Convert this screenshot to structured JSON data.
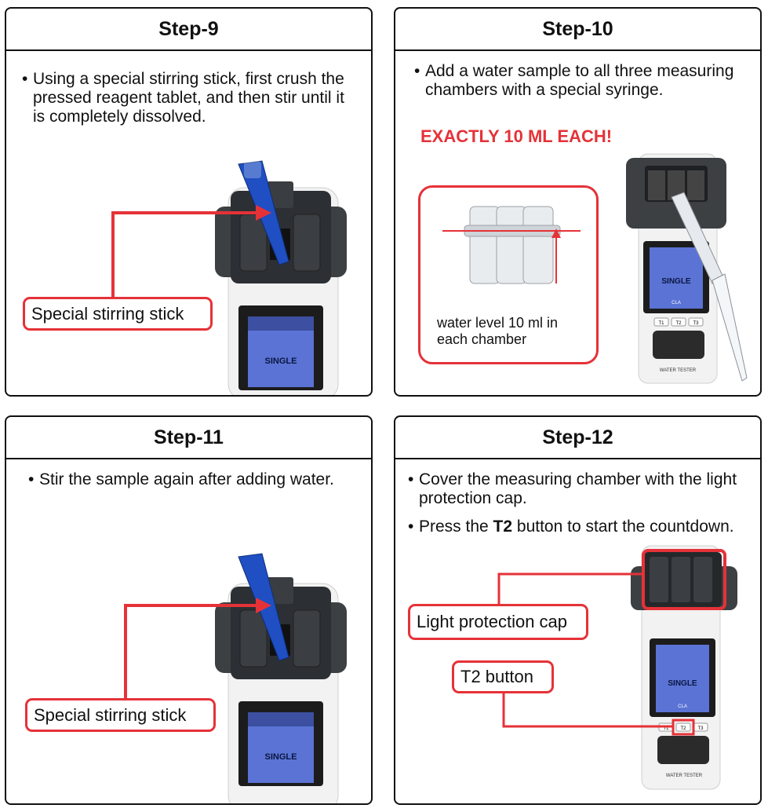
{
  "step9": {
    "title": "Step-9",
    "bullets": [
      "Using a special stirring stick, first crush the pressed reagent tablet, and then stir until it is completely dissolved."
    ],
    "callout": "Special stirring stick",
    "display": "SINGLE"
  },
  "step10": {
    "title": "Step-10",
    "bullets": [
      "Add a water sample to all three measuring chambers with a special syringe."
    ],
    "warning": "EXACTLY 10 ML EACH!",
    "inset_caption_line1": "water level 10 ml in",
    "inset_caption_line2": "each chamber",
    "display": "SINGLE",
    "display_sub": "CLA",
    "buttons": [
      "T1",
      "T2",
      "T3"
    ],
    "brand": "WATER TESTER"
  },
  "step11": {
    "title": "Step-11",
    "bullets": [
      "Stir the sample again after adding water."
    ],
    "callout": "Special stirring stick",
    "display": "SINGLE"
  },
  "step12": {
    "title": "Step-12",
    "bullet1": "Cover the measuring chamber with the light protection cap.",
    "bullet2_pre": "Press the ",
    "bullet2_bold": "T2",
    "bullet2_post": " button to start the countdown.",
    "callout_cap": "Light protection cap",
    "callout_button": "T2 button",
    "display": "SINGLE",
    "display_sub": "CLA",
    "buttons": [
      "T1",
      "T2",
      "T3"
    ],
    "brand": "WATER TESTER"
  },
  "colors": {
    "accent_red": "#e53238",
    "stick_blue": "#1f4fc2",
    "screen_blue": "#5a73d4",
    "device_gray": "#3c4043"
  }
}
